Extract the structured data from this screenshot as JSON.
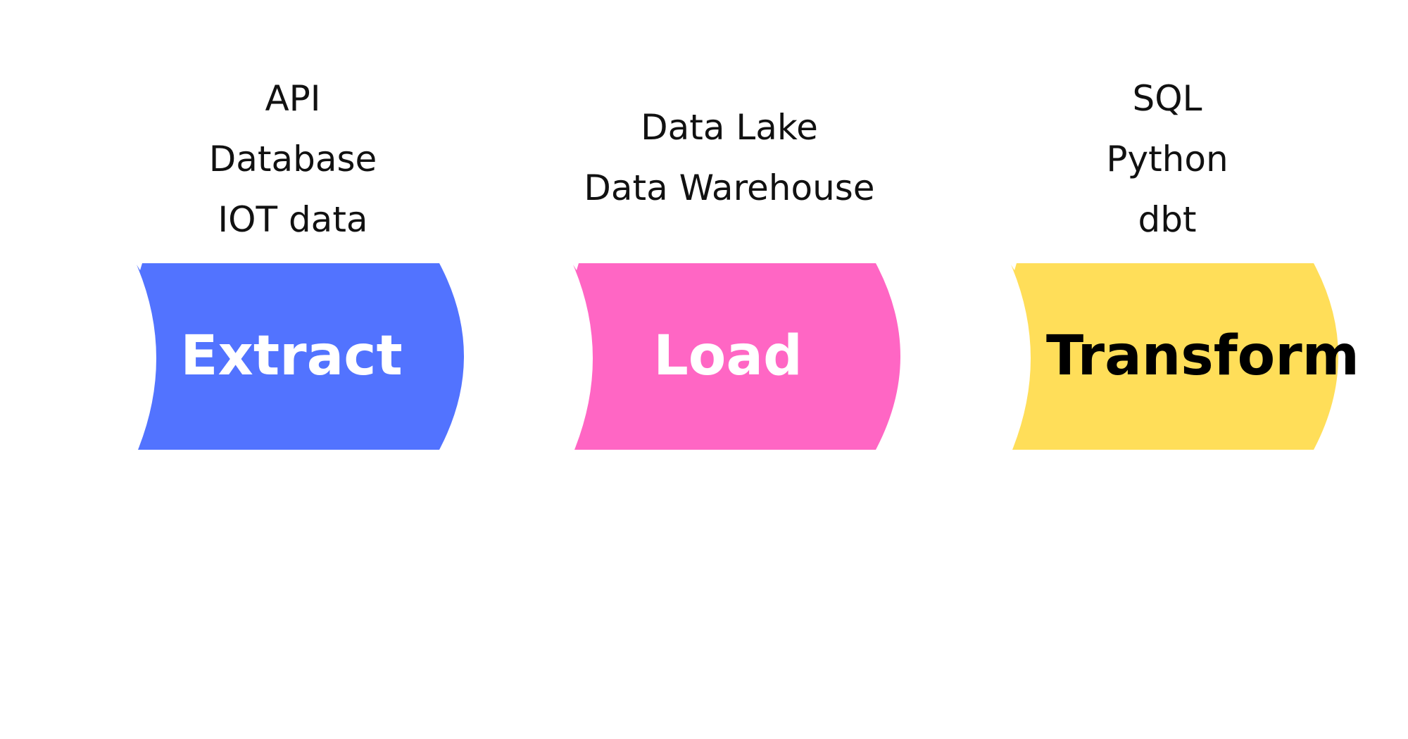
{
  "stages": [
    {
      "id": "extract",
      "label": "Extract",
      "fill": "#5273FF",
      "text_color": "#FFFFFF",
      "tools": [
        "API",
        "Database",
        "IOT data"
      ]
    },
    {
      "id": "load",
      "label": "Load",
      "fill": "#FF66C4",
      "text_color": "#FFFFFF",
      "tools": [
        "Data Lake",
        "Data Warehouse"
      ]
    },
    {
      "id": "transform",
      "label": "Transform",
      "fill": "#FFDE59",
      "text_color": "#000000",
      "tools": [
        "SQL",
        "Python",
        "dbt"
      ]
    }
  ]
}
